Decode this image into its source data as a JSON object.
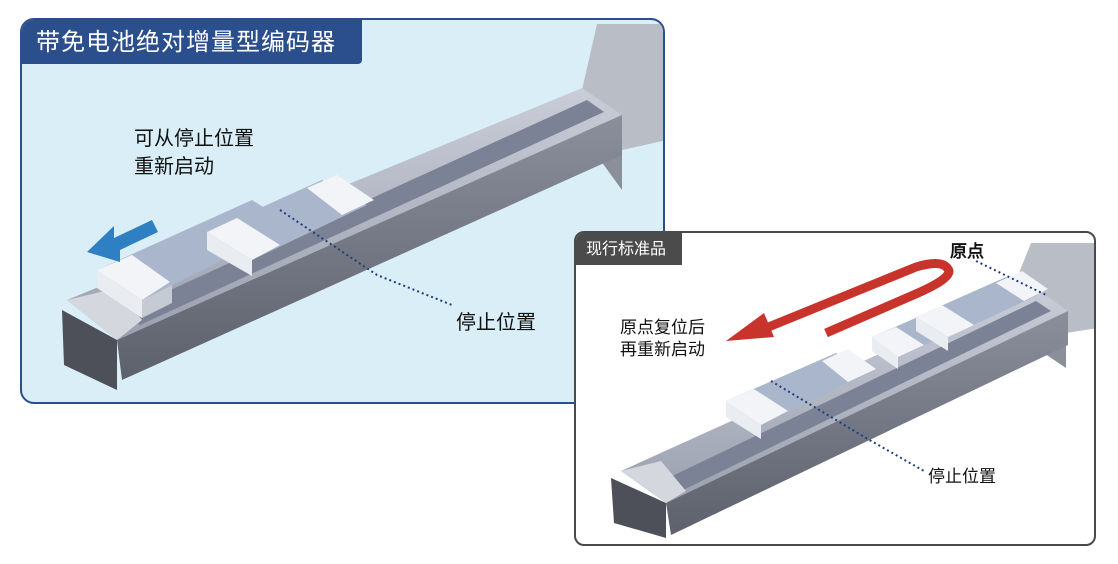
{
  "left_panel": {
    "title": "带免电池绝对增量型编码器",
    "restart_label_line1": "可从停止位置",
    "restart_label_line2": "重新启动",
    "stop_position_label": "停止位置"
  },
  "right_panel": {
    "title": "现行标准品",
    "origin_label": "原点",
    "restart_label_line1": "原点复位后",
    "restart_label_line2": "再重新启动",
    "stop_position_label": "停止位置"
  },
  "colors": {
    "left_bg": "#d9eef7",
    "left_border": "#2b4e8c",
    "left_title_bg": "#2b4e8c",
    "right_border": "#4a4a4a",
    "right_title_bg": "#4b4b4b",
    "blue_arrow": "#2f7fc3",
    "red_arrow": "#c8342b",
    "leader_line": "#1f3e7a"
  }
}
